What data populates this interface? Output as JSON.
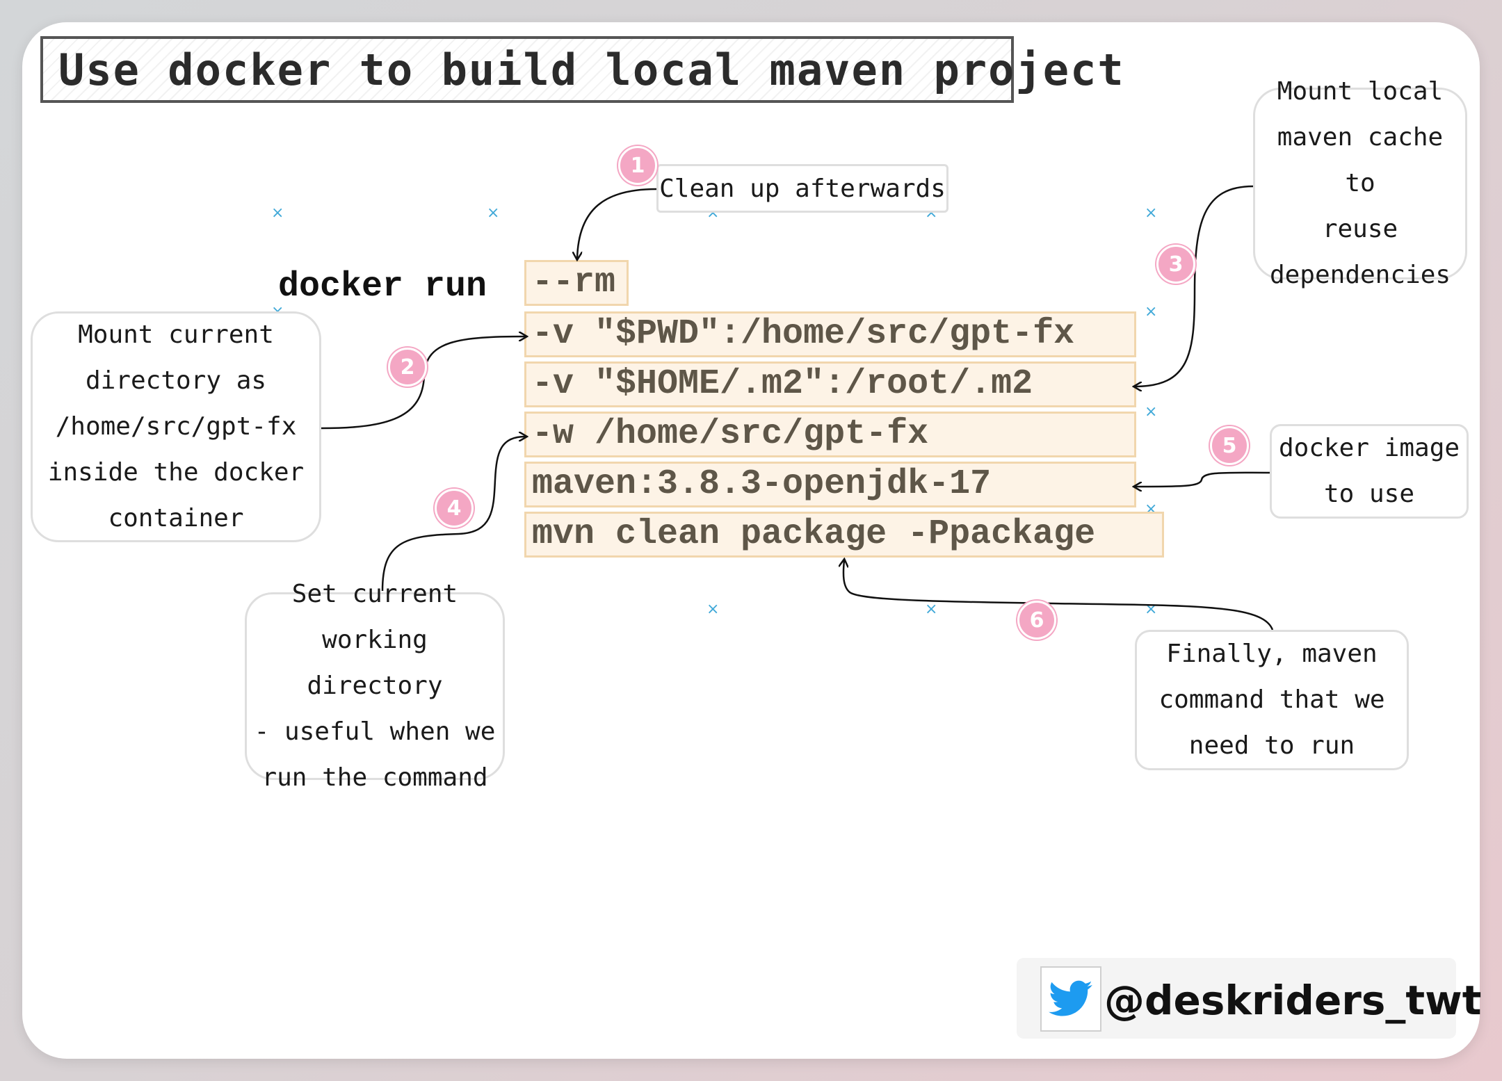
{
  "title": "Use docker to build local maven project",
  "command": {
    "prefix": "docker run",
    "lines": [
      "--rm",
      "-v \"$PWD\":/home/src/gpt-fx",
      "-v \"$HOME/.m2\":/root/.m2",
      "-w /home/src/gpt-fx",
      "maven:3.8.3-openjdk-17",
      "mvn clean package -Ppackage"
    ]
  },
  "notes": [
    {
      "number": "1",
      "lines": [
        "Clean up afterwards"
      ]
    },
    {
      "number": "2",
      "lines": [
        "Mount current",
        "directory as",
        "/home/src/gpt-fx",
        "inside the docker",
        "container"
      ]
    },
    {
      "number": "3",
      "lines": [
        "Mount local",
        "maven cache to",
        "reuse",
        "dependencies"
      ]
    },
    {
      "number": "4",
      "lines": [
        "Set current",
        "working directory",
        "- useful when we",
        "run the command"
      ]
    },
    {
      "number": "5",
      "lines": [
        "docker image",
        "to use"
      ]
    },
    {
      "number": "6",
      "lines": [
        "Finally, maven",
        "command that we",
        "need to run"
      ]
    }
  ],
  "footer": {
    "handle": "@deskriders_twt",
    "icon": "twitter-bird-icon"
  },
  "colors": {
    "badge": "#f4a7c4",
    "command_fill": "#fdf3e6",
    "command_border": "#f1d6ad",
    "twitter": "#1d9bf0"
  }
}
